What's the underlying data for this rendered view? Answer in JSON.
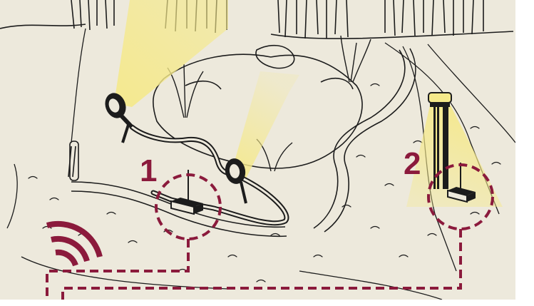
{
  "markers": [
    {
      "id": "receiver-1",
      "label": "1"
    },
    {
      "id": "receiver-2",
      "label": "2"
    }
  ],
  "colors": {
    "background": "#ede9dc",
    "ink": "#1c1c1c",
    "light_beam": "#f5e98a",
    "accent": "#8b1a3c",
    "margin": "#ffffff"
  },
  "icons": {
    "wireless": "wireless-signal-icon",
    "spotlight": "spotlight-icon",
    "bollard": "bollard-light-icon",
    "receiver": "receiver-box-icon"
  }
}
